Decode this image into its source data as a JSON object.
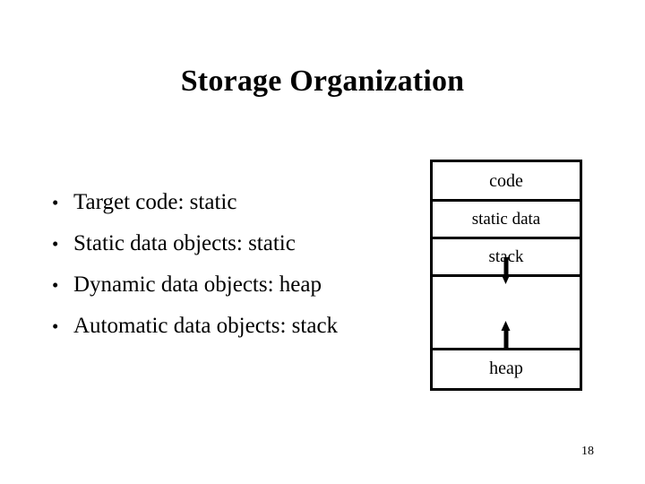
{
  "slide": {
    "title": "Storage Organization",
    "page_number": "18",
    "bullet_marker": "•",
    "bullets": [
      {
        "text": "Target code: static"
      },
      {
        "text": "Static data objects: static"
      },
      {
        "text": "Dynamic data objects: heap"
      },
      {
        "text": "Automatic data objects: stack"
      }
    ],
    "memory_diagram": {
      "segments": [
        {
          "label": "code"
        },
        {
          "label": "static data"
        },
        {
          "label": "stack"
        },
        {
          "label": ""
        },
        {
          "label": "heap"
        }
      ],
      "arrows": {
        "stack_growth": "arrow-down",
        "heap_growth": "arrow-up"
      }
    },
    "colors": {
      "background": "#ffffff",
      "text": "#000000",
      "diagram_border": "#000000"
    }
  }
}
